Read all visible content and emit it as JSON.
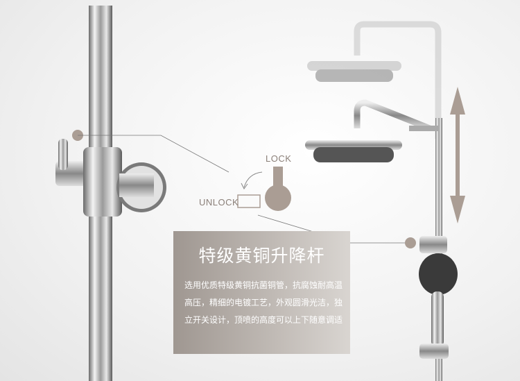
{
  "callout": {
    "lock_label": "LOCK",
    "unlock_label": "UNLOCK"
  },
  "panel": {
    "title": "特级黄铜升降杆",
    "description": "选用优质特级黄铜抗菌铜管，抗腐蚀耐高温高压，精细的电镀工艺，外观圆滑光洁，独立开关设计，顶喷的高度可以上下随意调适"
  },
  "colors": {
    "accent": "#aa9d94",
    "panel_dark": "#9f9791",
    "chrome": "#c8c8c8"
  }
}
